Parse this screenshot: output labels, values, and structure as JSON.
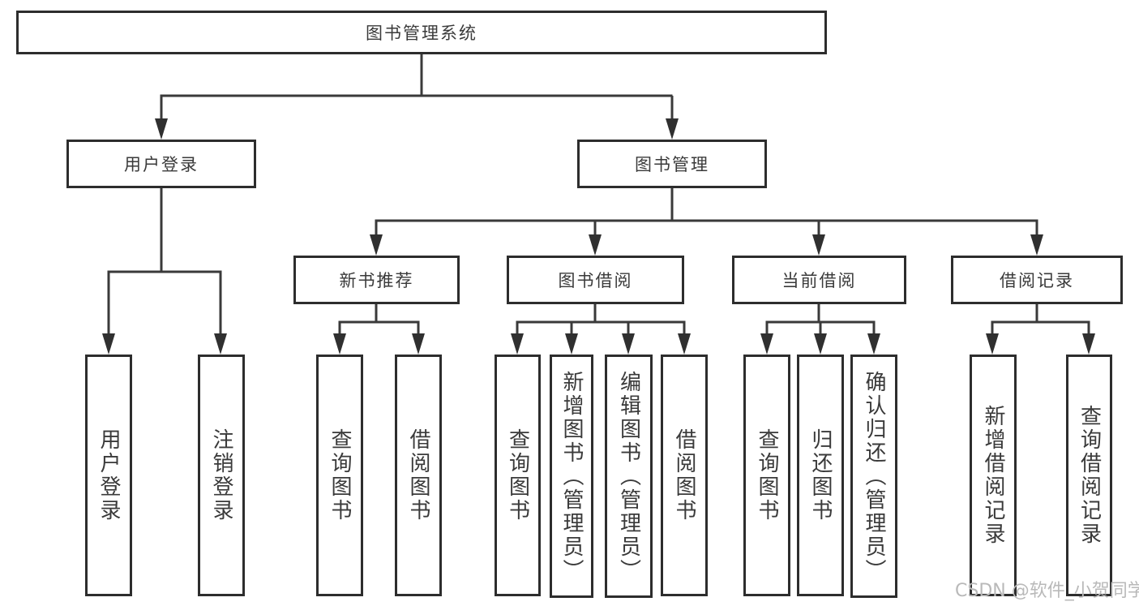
{
  "diagram_title": "图书管理系统",
  "tree": {
    "label": "图书管理系统",
    "children": [
      {
        "label": "用户登录",
        "children": [
          {
            "label": "用户登录"
          },
          {
            "label": "注销登录"
          }
        ]
      },
      {
        "label": "图书管理",
        "children": [
          {
            "label": "新书推荐",
            "children": [
              {
                "label": "查询图书"
              },
              {
                "label": "借阅图书"
              }
            ]
          },
          {
            "label": "图书借阅",
            "children": [
              {
                "label": "查询图书"
              },
              {
                "label": "新增图书（管理员）"
              },
              {
                "label": "编辑图书（管理员）"
              },
              {
                "label": "借阅图书"
              }
            ]
          },
          {
            "label": "当前借阅",
            "children": [
              {
                "label": "查询图书"
              },
              {
                "label": "归还图书"
              },
              {
                "label": "确认归还（管理员）"
              }
            ]
          },
          {
            "label": "借阅记录",
            "children": [
              {
                "label": "新增借阅记录"
              },
              {
                "label": "查询借阅记录"
              }
            ]
          }
        ]
      }
    ]
  },
  "watermark": "CSDN @软件_小贺同学",
  "colors": {
    "line": "#3a3a3a",
    "border": "#2d2d2d",
    "text": "#3a3a3a",
    "background": "#ffffff",
    "watermark": "#b9b9b9"
  }
}
